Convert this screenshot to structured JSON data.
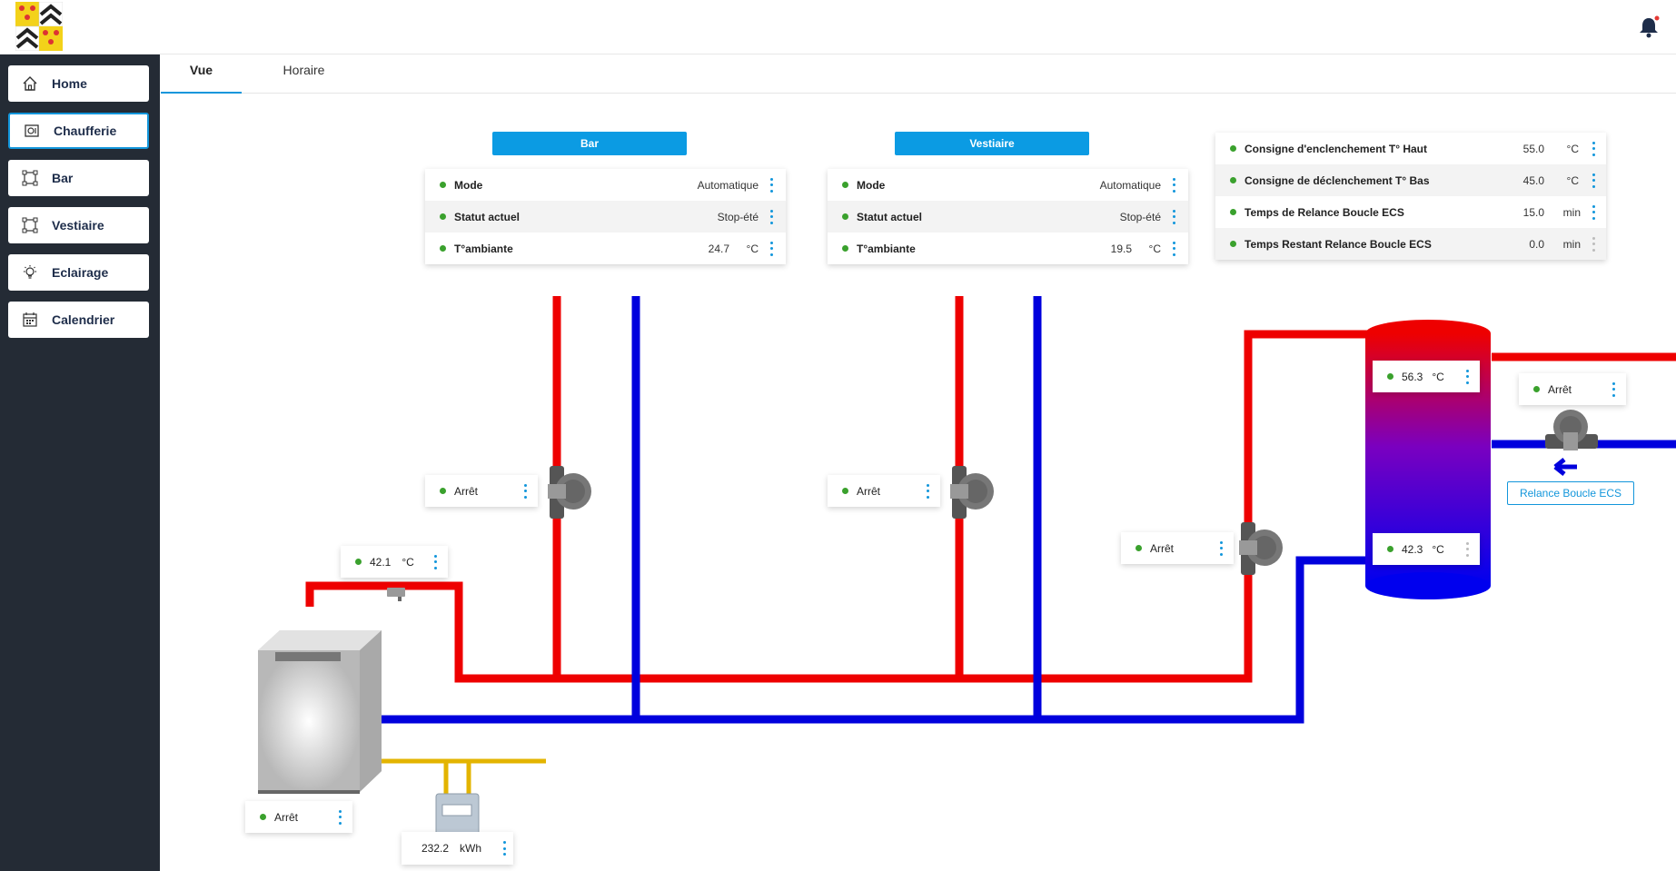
{
  "header": {
    "logo": "coat-of-arms",
    "notification_icon": "bell-icon"
  },
  "sidebar": {
    "items": [
      {
        "label": "Home",
        "icon": "home-icon",
        "active": false
      },
      {
        "label": "Chaufferie",
        "icon": "boiler-icon",
        "active": true
      },
      {
        "label": "Bar",
        "icon": "zone-icon",
        "active": false
      },
      {
        "label": "Vestiaire",
        "icon": "zone-icon",
        "active": false
      },
      {
        "label": "Eclairage",
        "icon": "bulb-icon",
        "active": false
      },
      {
        "label": "Calendrier",
        "icon": "calendar-icon",
        "active": false
      }
    ]
  },
  "tabs": [
    {
      "label": "Vue",
      "active": true
    },
    {
      "label": "Horaire",
      "active": false
    }
  ],
  "zones": [
    {
      "title": "Bar",
      "rows": [
        {
          "label": "Mode",
          "value": "Automatique",
          "unit": ""
        },
        {
          "label": "Statut actuel",
          "value": "Stop-été",
          "unit": ""
        },
        {
          "label": "T°ambiante",
          "value": "24.7",
          "unit": "°C"
        }
      ],
      "pump": "Arrêt"
    },
    {
      "title": "Vestiaire",
      "rows": [
        {
          "label": "Mode",
          "value": "Automatique",
          "unit": ""
        },
        {
          "label": "Statut actuel",
          "value": "Stop-été",
          "unit": ""
        },
        {
          "label": "T°ambiante",
          "value": "19.5",
          "unit": "°C"
        }
      ],
      "pump": "Arrêt"
    }
  ],
  "ecs_settings": {
    "rows": [
      {
        "label": "Consigne d'enclenchement T° Haut",
        "value": "55.0",
        "unit": "°C"
      },
      {
        "label": "Consigne de déclenchement T° Bas",
        "value": "45.0",
        "unit": "°C"
      },
      {
        "label": "Temps de Relance Boucle ECS",
        "value": "15.0",
        "unit": "min"
      },
      {
        "label": "Temps Restant Relance Boucle ECS",
        "value": "0.0",
        "unit": "min"
      }
    ]
  },
  "tank": {
    "top_temp": "56.3",
    "bottom_temp": "42.3",
    "unit": "°C"
  },
  "boiler": {
    "flow_temp": "42.1",
    "flow_unit": "°C",
    "status": "Arrêt"
  },
  "ecs_pump": {
    "status": "Arrêt"
  },
  "relance": {
    "status": "Arrêt",
    "button": "Relance Boucle ECS"
  },
  "gas_meter": {
    "value": "232.2",
    "unit": "kWh"
  },
  "colors": {
    "hot": "#ee0000",
    "cold": "#0000dd",
    "gas": "#e3b400",
    "accent": "#1296db",
    "status_ok": "#3aa12d"
  }
}
